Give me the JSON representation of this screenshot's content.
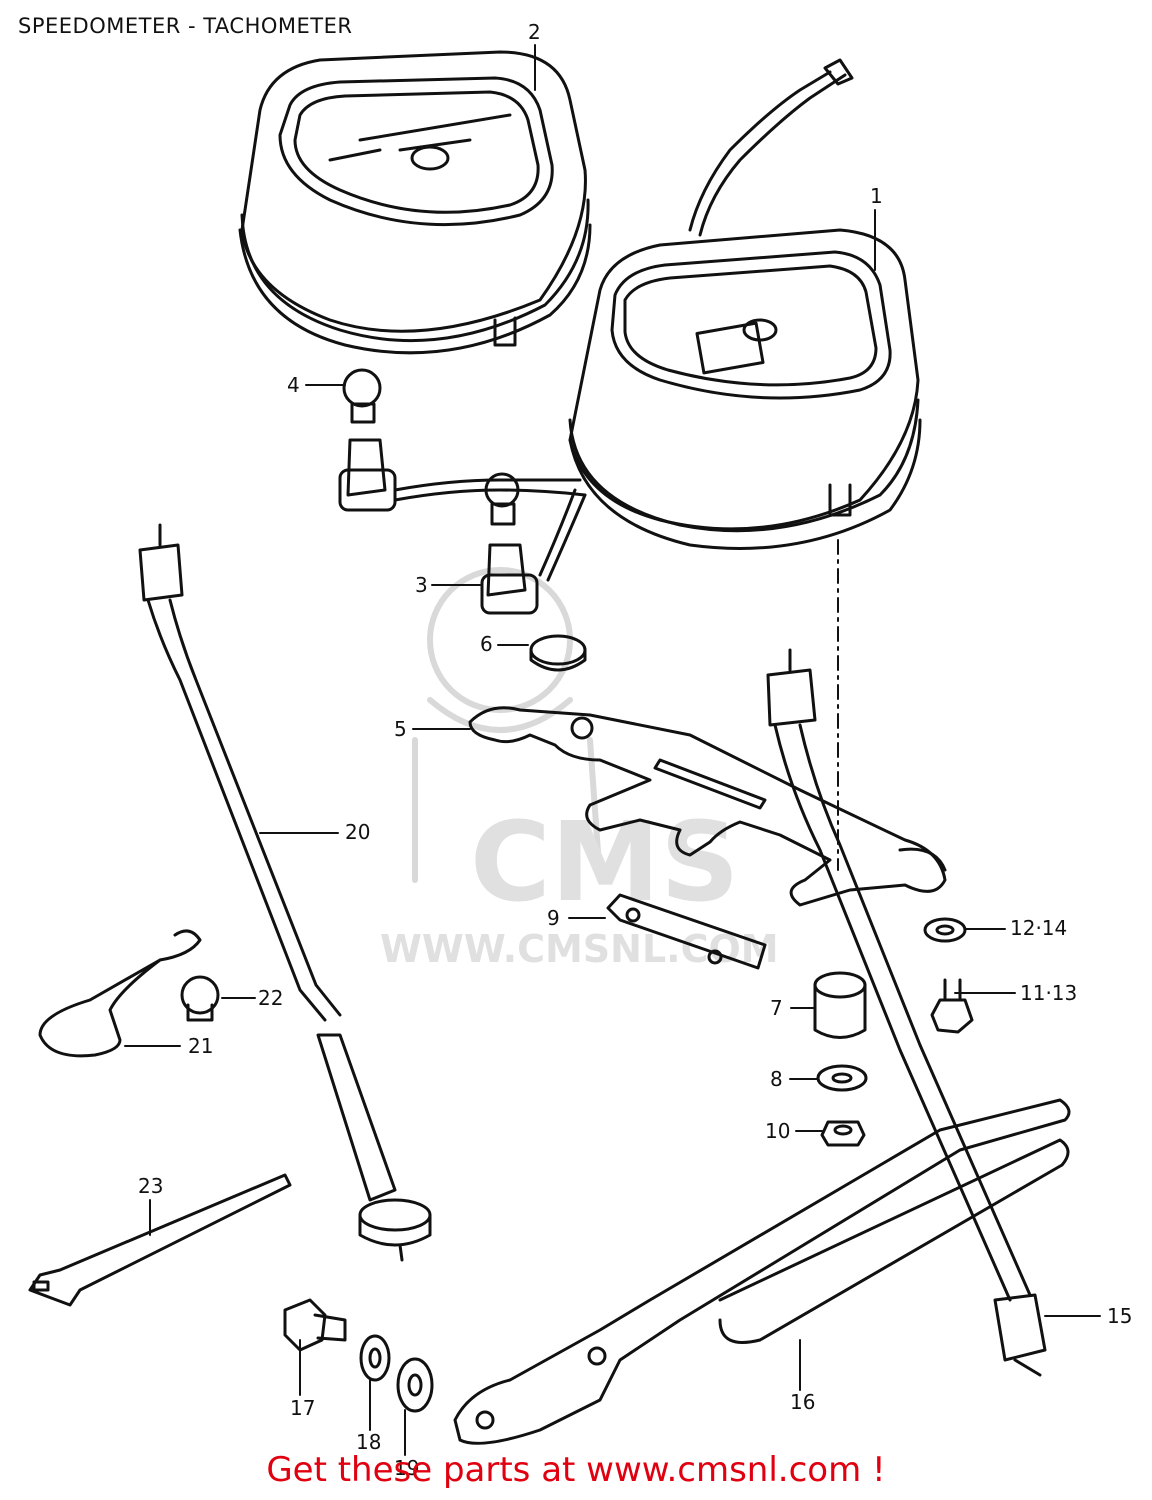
{
  "title": "SPEEDOMETER - TACHOMETER",
  "watermark": {
    "logo": "CMS",
    "url": "WWW.CMSNL.COM"
  },
  "callouts": [
    {
      "id": "c1",
      "label": "1"
    },
    {
      "id": "c2",
      "label": "2"
    },
    {
      "id": "c3",
      "label": "3"
    },
    {
      "id": "c4",
      "label": "4"
    },
    {
      "id": "c5",
      "label": "5"
    },
    {
      "id": "c6",
      "label": "6"
    },
    {
      "id": "c7",
      "label": "7"
    },
    {
      "id": "c8",
      "label": "8"
    },
    {
      "id": "c9",
      "label": "9"
    },
    {
      "id": "c10",
      "label": "10"
    },
    {
      "id": "c11",
      "label": "11·13"
    },
    {
      "id": "c12",
      "label": "12·14"
    },
    {
      "id": "c15",
      "label": "15"
    },
    {
      "id": "c16",
      "label": "16"
    },
    {
      "id": "c17",
      "label": "17"
    },
    {
      "id": "c18",
      "label": "18"
    },
    {
      "id": "c19",
      "label": "19"
    },
    {
      "id": "c20",
      "label": "20"
    },
    {
      "id": "c21",
      "label": "21"
    },
    {
      "id": "c22",
      "label": "22"
    },
    {
      "id": "c23",
      "label": "23"
    }
  ],
  "footer": "Get these parts at www.cmsnl.com !",
  "colors": {
    "ink": "#111111",
    "footer": "#e0000f",
    "watermark": "#d6d6d6"
  }
}
